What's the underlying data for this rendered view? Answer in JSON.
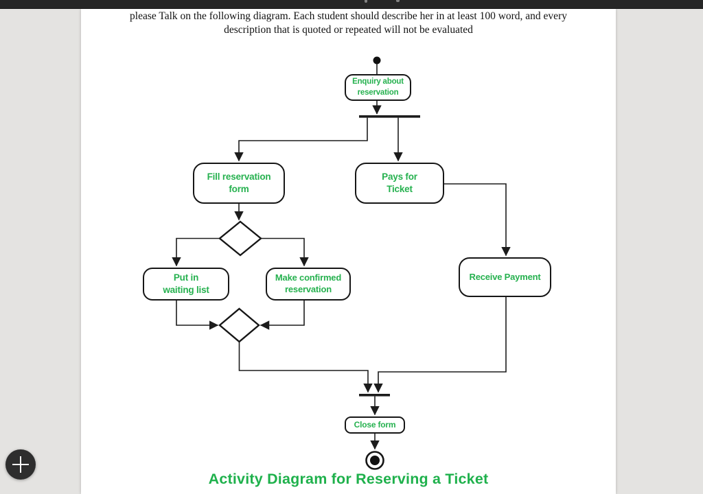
{
  "header": {
    "line1": "please Talk on the following diagram. Each student should describe her in at least 100 word, and every",
    "line2": "description that is quoted or repeated will not be evaluated"
  },
  "diagram": {
    "nodes": {
      "enquiry": {
        "line1": "Enquiry about",
        "line2": "reservation"
      },
      "fill_form": {
        "line1": "Fill reservation",
        "line2": "form"
      },
      "pays": {
        "line1": "Pays for",
        "line2": "Ticket"
      },
      "waiting": {
        "line1": "Put in",
        "line2": "waiting list"
      },
      "confirmed": {
        "line1": "Make confirmed",
        "line2": "reservation"
      },
      "receive": {
        "line1": "Receive Payment"
      },
      "close": {
        "line1": "Close form"
      }
    },
    "caption": "Activity Diagram for Reserving a Ticket",
    "colors": {
      "node_text": "#26b14f",
      "caption": "#1fb14c",
      "line": "#1c1c1c",
      "topbar_bg": "#262626",
      "canvas_bg": "#e4e3e1",
      "button_bg": "#2e2e2e"
    }
  },
  "controls": {
    "zoom_button": "+"
  }
}
